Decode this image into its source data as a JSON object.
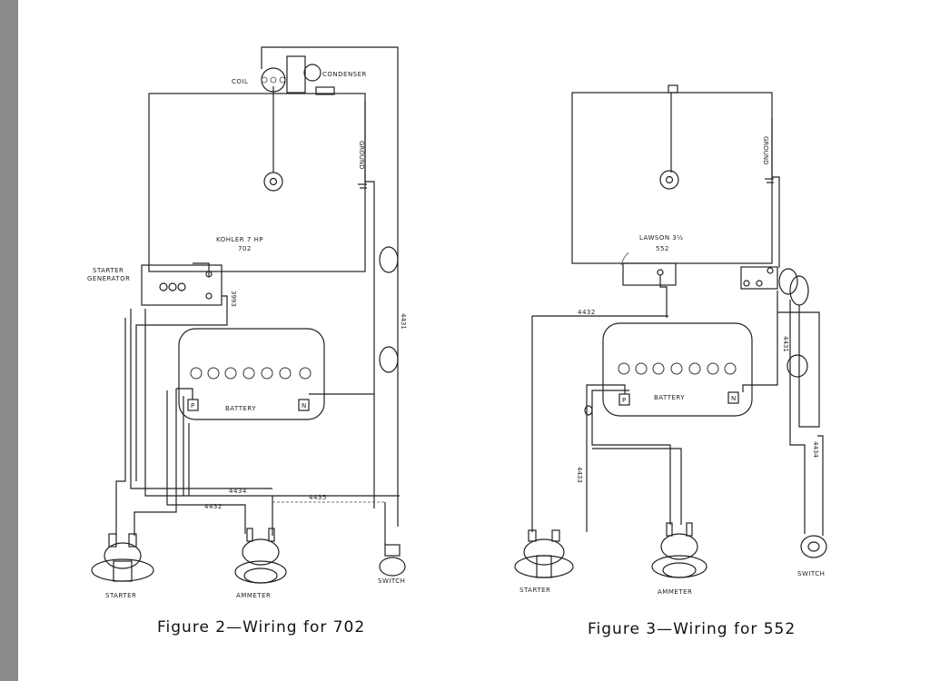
{
  "figure2": {
    "caption": "Figure 2—Wiring for 702",
    "engine_label": "KOHLER 7 HP",
    "engine_number": "702",
    "coil": "COIL",
    "condenser": "CONDENSER",
    "ground": "GROUND",
    "starter_generator_line1": "STARTER",
    "starter_generator_line2": "GENERATOR",
    "battery": "BATTERY",
    "pos": "P",
    "neg": "N",
    "starter": "STARTER",
    "ammeter": "AMMETER",
    "switch": "SWITCH",
    "wire_3993": "3993",
    "wire_4431": "4431",
    "wire_4434": "4434",
    "wire_4432": "4432",
    "wire_4435": "4435"
  },
  "figure3": {
    "caption": "Figure 3—Wiring for 552",
    "engine_label": "LAWSON 3½",
    "engine_number": "552",
    "ground": "GROUND",
    "battery": "BATTERY",
    "pos": "P",
    "neg": "N",
    "starter": "STARTER",
    "ammeter": "AMMETER",
    "switch": "SWITCH",
    "wire_4432": "4432",
    "wire_4433": "4433",
    "wire_4431": "4431",
    "wire_4434": "4434"
  }
}
